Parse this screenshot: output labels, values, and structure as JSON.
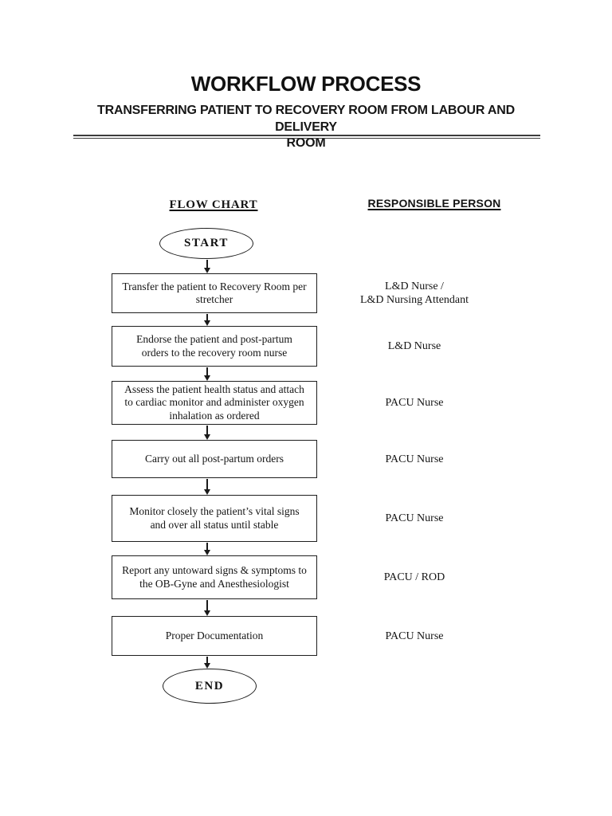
{
  "document": {
    "title": "WORKFLOW PROCESS",
    "subtitle": "TRANSFERRING PATIENT TO RECOVERY ROOM FROM LABOUR AND DELIVERY\nROOM"
  },
  "columns": {
    "flow_chart": "FLOW CHART",
    "responsible_person": "RESPONSIBLE PERSON"
  },
  "flowchart": {
    "start_label": "START",
    "end_label": "END",
    "steps": [
      {
        "text": "Transfer the patient to Recovery Room per\nstretcher",
        "responsible": "L&D Nurse /\nL&D Nursing Attendant"
      },
      {
        "text": "Endorse the patient and post-partum\norders to the recovery room nurse",
        "responsible": "L&D Nurse"
      },
      {
        "text": "Assess the patient health status and attach\nto cardiac monitor and administer oxygen\ninhalation as  ordered",
        "responsible": "PACU Nurse"
      },
      {
        "text": "Carry out all post-partum orders",
        "responsible": "PACU Nurse"
      },
      {
        "text": "Monitor closely the patient’s vital signs\nand over all status until stable",
        "responsible": "PACU Nurse"
      },
      {
        "text": "Report any untoward signs & symptoms to\nthe OB-Gyne and Anesthesiologist",
        "responsible": "PACU / ROD"
      },
      {
        "text": "Proper Documentation",
        "responsible": "PACU Nurse"
      }
    ]
  },
  "colors": {
    "ink": "#1a1a1a",
    "page_background": "#ffffff"
  }
}
